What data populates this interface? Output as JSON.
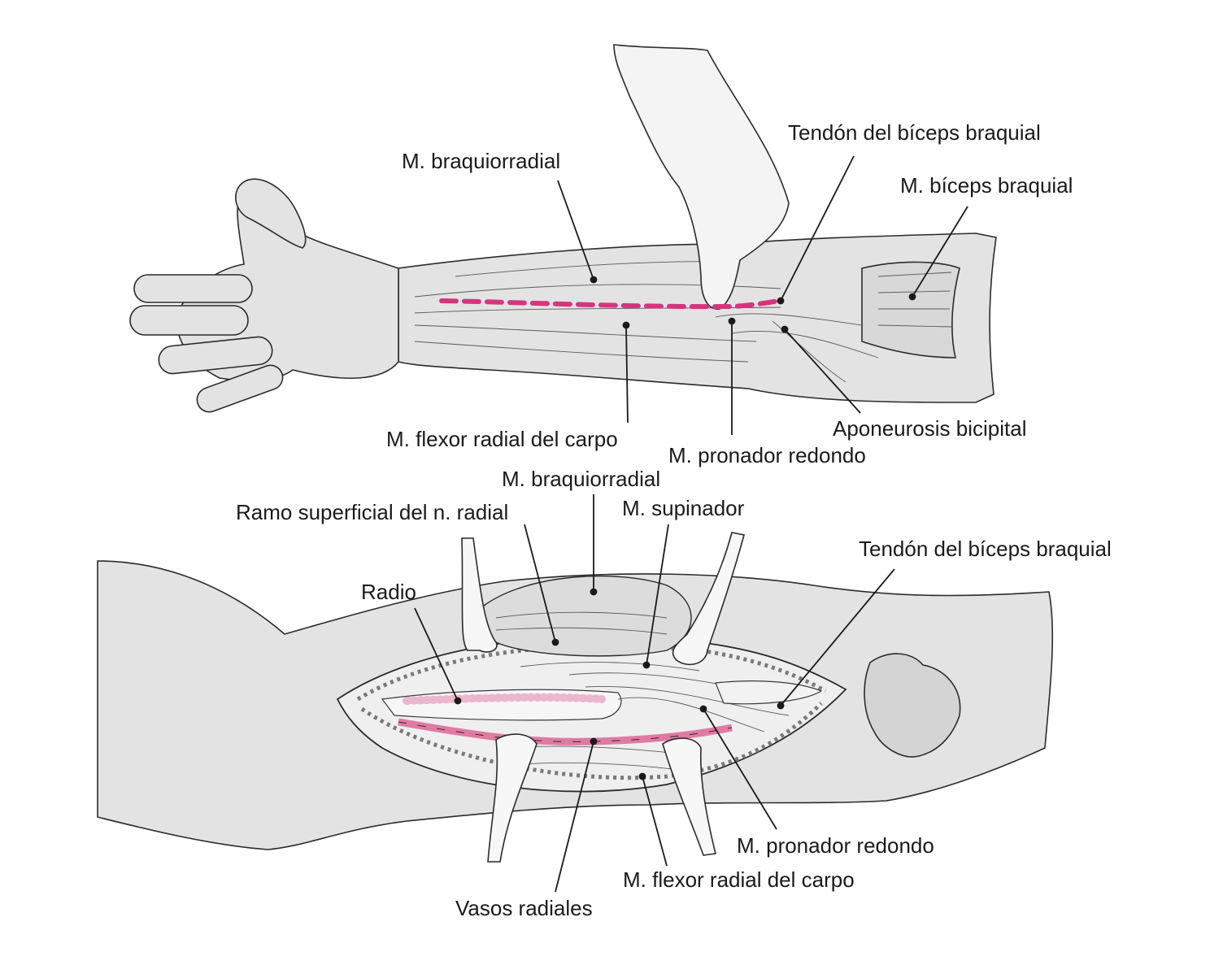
{
  "top": {
    "labels": {
      "braquiorradial": "M. braquiorradial",
      "tendon_biceps": "Tendón del bíceps braquial",
      "biceps": "M. bíceps braquial",
      "flexor_radial": "M. flexor radial del carpo",
      "pronador": "M. pronador redondo",
      "aponeurosis": "Aponeurosis bicipital"
    }
  },
  "bottom": {
    "labels": {
      "braquiorradial": "M. braquiorradial",
      "ramo_superficial": "Ramo superficial del n. radial",
      "supinador": "M. supinador",
      "tendon_biceps": "Tendón del bíceps braquial",
      "radio": "Radio",
      "pronador": "M. pronador redondo",
      "flexor_radial": "M. flexor radial del carpo",
      "vasos_radiales": "Vasos radiales"
    }
  },
  "colors": {
    "skin": "#e3e3e3",
    "outline": "#2b2b2b",
    "incision": "#d6357e",
    "vessel": "#e07aa3",
    "label": "#1a1a1a"
  }
}
